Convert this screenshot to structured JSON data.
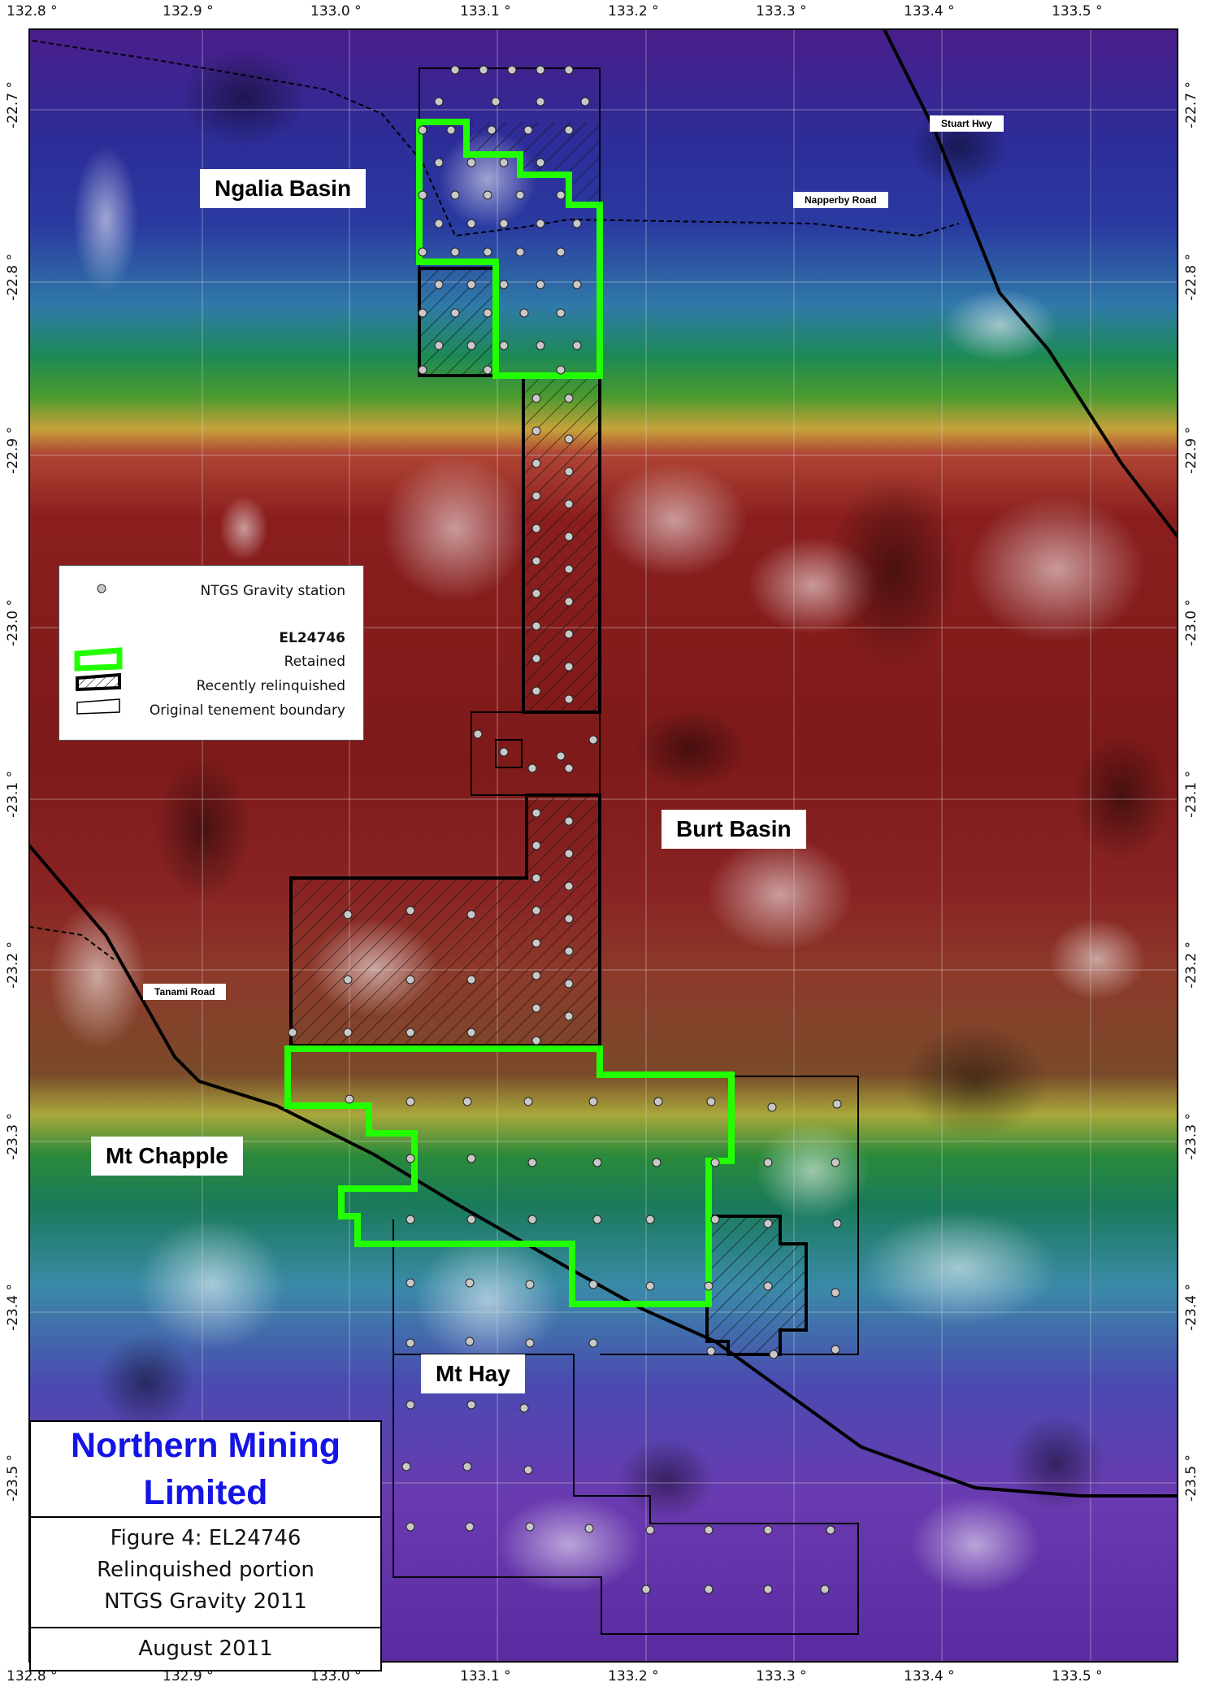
{
  "map": {
    "x_axis_ticks": [
      "132.8 °",
      "132.9 °",
      "133.0 °",
      "133.1 °",
      "133.2 °",
      "133.3 °",
      "133.4 °",
      "133.5 °"
    ],
    "y_axis_ticks": [
      "-22.7 °",
      "-22.8 °",
      "-22.9 °",
      "-23.0 °",
      "-23.1 °",
      "-23.2 °",
      "-23.3 °",
      "-23.4 °",
      "-23.5 °"
    ],
    "place_labels": {
      "ngalia_basin": "Ngalia Basin",
      "burt_basin": "Burt Basin",
      "mt_chapple": "Mt Chapple",
      "mt_hay": "Mt Hay"
    },
    "road_labels": {
      "stuart_hwy": "Stuart Hwy",
      "napperby_road": "Napperby Road",
      "tanami_road": "Tanami Road"
    },
    "colors": {
      "retained": "#22ff00",
      "relinquished": "#000000",
      "boundary": "#000000",
      "station": "#c8c8c8"
    }
  },
  "legend": {
    "station_label": "NTGS Gravity station",
    "group_title": "EL24746",
    "retained_label": "Retained",
    "relinquished_label": "Recently relinquished",
    "boundary_label": "Original tenement boundary"
  },
  "title_block": {
    "company": "Northern Mining Limited",
    "figure_line1": "Figure 4: EL24746",
    "figure_line2": "Relinquished portion",
    "figure_line3": "NTGS Gravity 2011",
    "date": "August 2011"
  }
}
